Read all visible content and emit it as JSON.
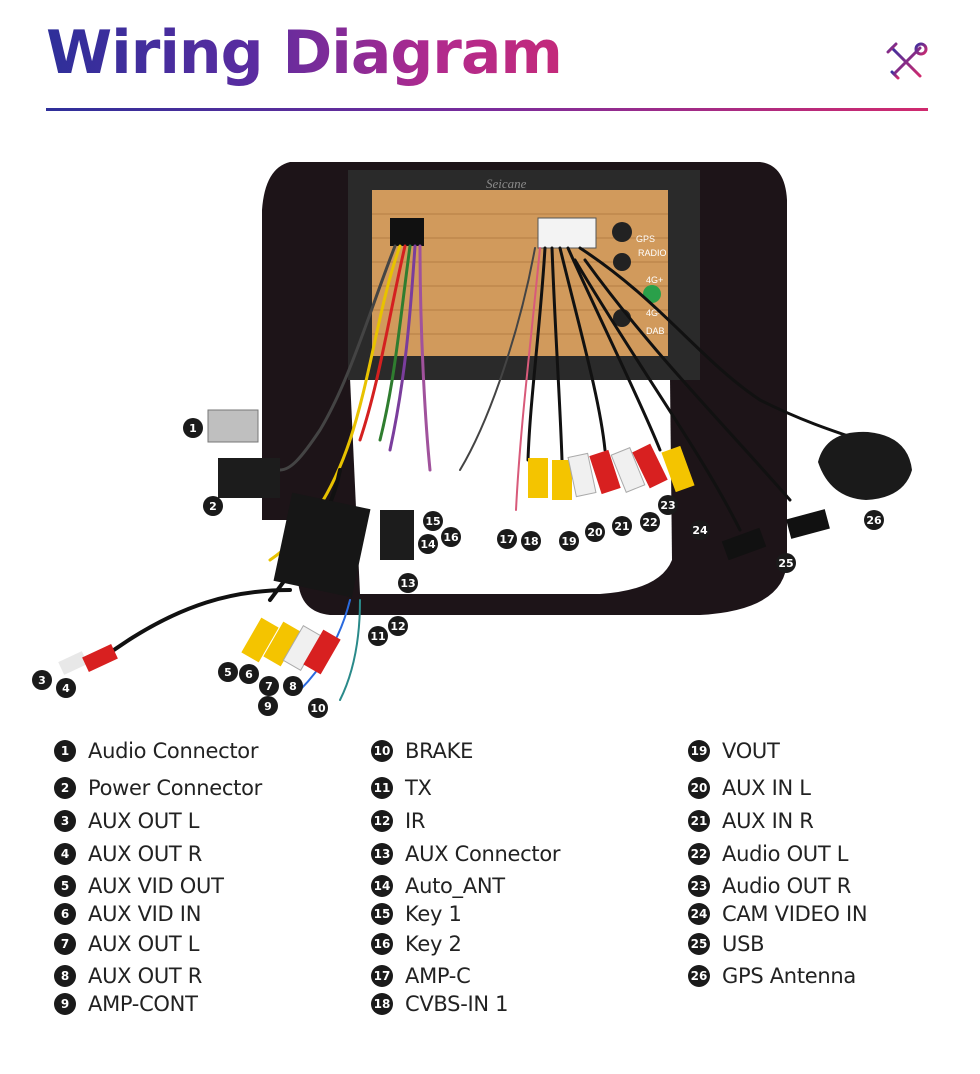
{
  "title": "Wiring Diagram",
  "icons": {
    "header": "tools-icon"
  },
  "colors": {
    "accent_start": "#2e2f9a",
    "accent_end": "#d02a6e",
    "badge": "#1a1a1a"
  },
  "device": {
    "brand_mark": "Seicane",
    "port_gps": "GPS",
    "port_radio": "RADIO",
    "port_4g1": "4G+",
    "port_4g2": "4G-",
    "port_dab": "DAB"
  },
  "callouts": [
    "1",
    "2",
    "3",
    "4",
    "5",
    "6",
    "7",
    "8",
    "9",
    "10",
    "11",
    "12",
    "13",
    "14",
    "15",
    "16",
    "17",
    "18",
    "19",
    "20",
    "21",
    "22",
    "23",
    "24",
    "25",
    "26"
  ],
  "legend": [
    [
      "Audio Connector",
      "Power Connector",
      "AUX OUT L",
      "AUX OUT R",
      "AUX VID OUT",
      "AUX VID IN",
      "AUX OUT L",
      "AUX OUT R",
      "AMP-CONT"
    ],
    [
      "BRAKE",
      "TX",
      "IR",
      "AUX Connector",
      "Auto_ANT",
      "Key 1",
      "Key 2",
      "AMP-C",
      "CVBS-IN 1"
    ],
    [
      "VOUT",
      "AUX IN L",
      "AUX IN R",
      "Audio OUT L",
      "Audio OUT R",
      "CAM VIDEO IN",
      "USB",
      "GPS Antenna"
    ]
  ]
}
